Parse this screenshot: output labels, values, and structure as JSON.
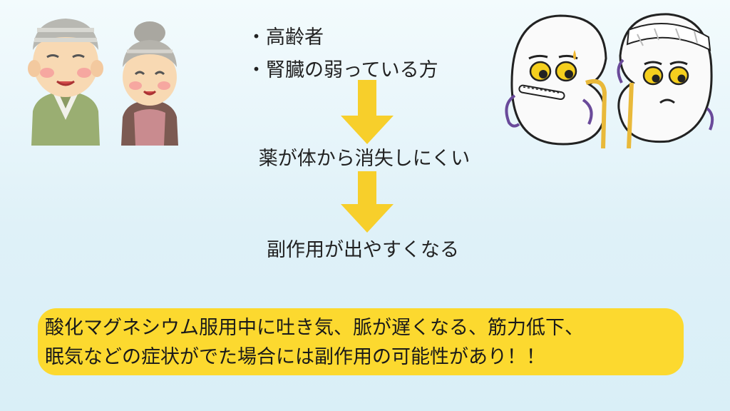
{
  "risk_groups": [
    "・高齢者",
    "・腎臓の弱っている方"
  ],
  "steps": [
    "薬が体から消失しにくい",
    "副作用が出やすくなる"
  ],
  "note": {
    "lines": [
      "酸化マグネシウム服用中に吐き気、脈が遅くなる、筋力低下、",
      "眠気などの症状がでた場合には副作用の可能性があり！！"
    ]
  },
  "colors": {
    "arrow": "#f7cf2b",
    "note_background": "#fcd92f",
    "background": "#e6f5fa"
  },
  "icons": {
    "elderly_illustration": "elderly-couple-icon",
    "kidney_illustration": "sick-kidneys-icon"
  }
}
